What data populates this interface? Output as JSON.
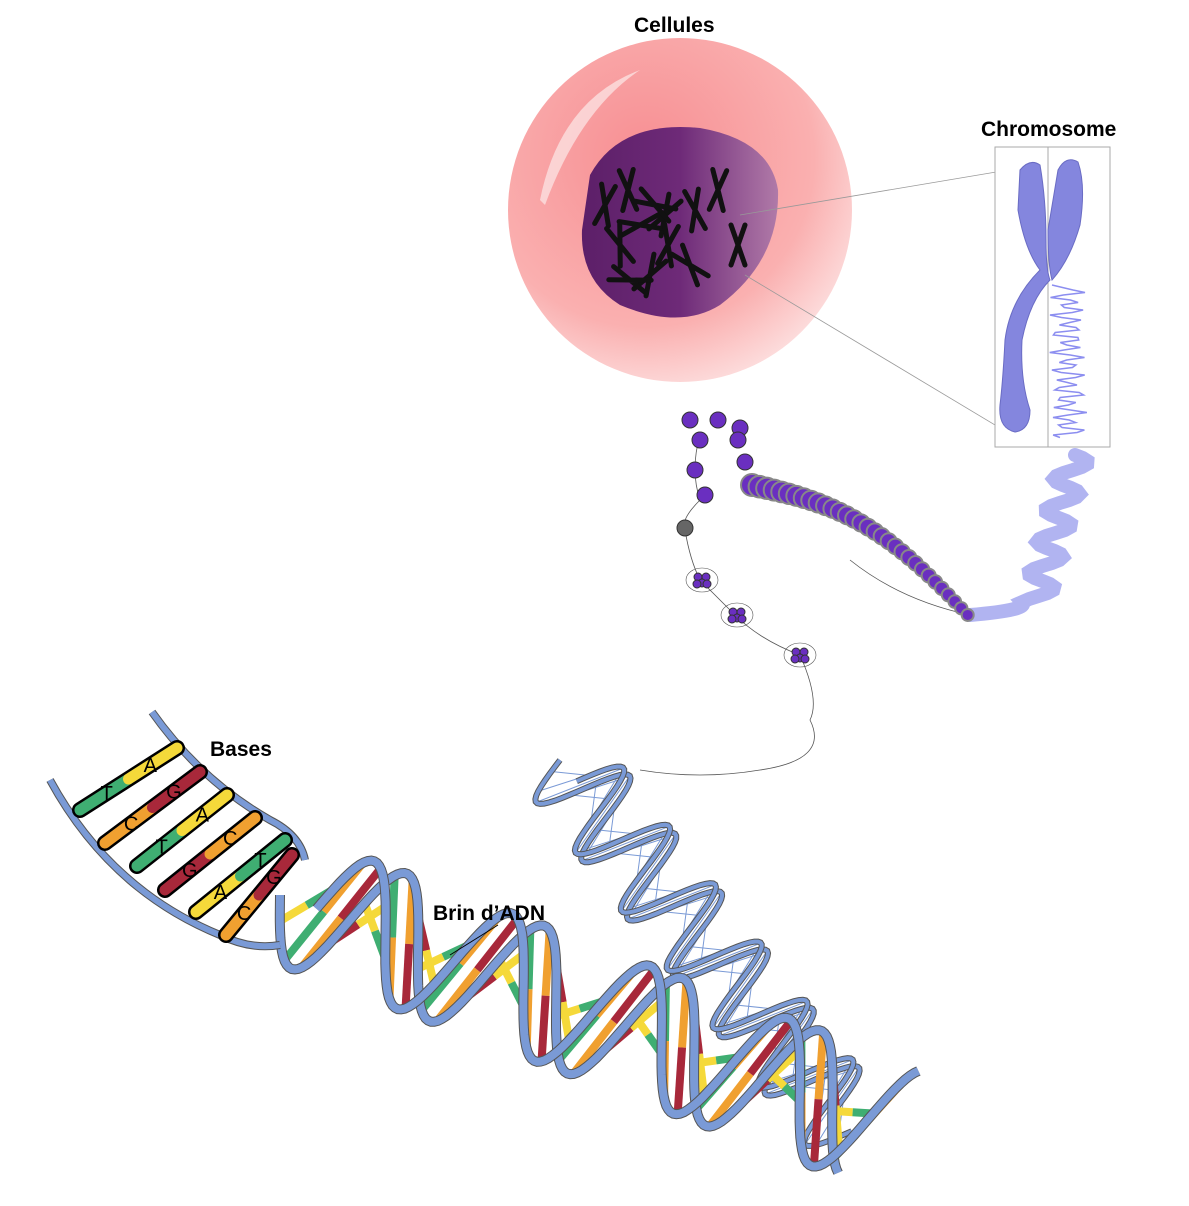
{
  "labels": {
    "cells": "Cellules",
    "chromosome": "Chromosome",
    "bases": "Bases",
    "dna_strand": "Brin d’ADN"
  },
  "base_pairs": [
    [
      "T",
      "A"
    ],
    [
      "C",
      "G"
    ],
    [
      "T",
      "A"
    ],
    [
      "G",
      "C"
    ],
    [
      "A",
      "T"
    ],
    [
      "C",
      "G"
    ]
  ],
  "colors": {
    "A": "#f5d93a",
    "T": "#3fae72",
    "C": "#f0a030",
    "G": "#a8283a",
    "backbone": "#7a9ad6",
    "cell": "#f9a9a9",
    "nucleus": "#6e2a78",
    "chromosome": "#8486de",
    "nucleosome": "#6a2fc0"
  }
}
